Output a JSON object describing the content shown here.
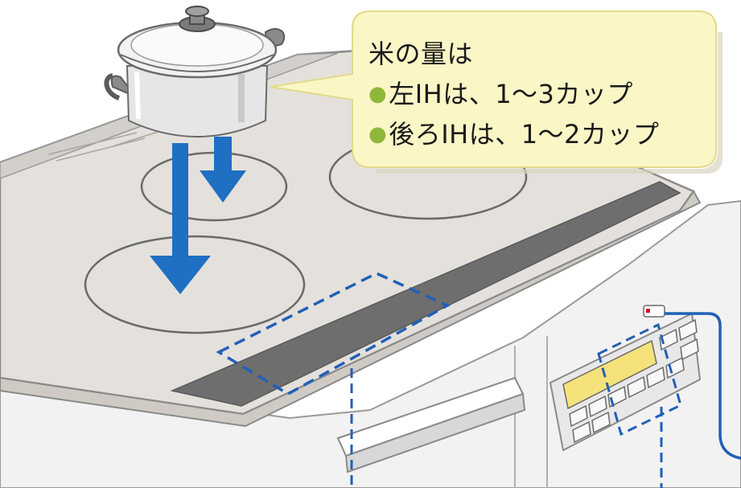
{
  "callout": {
    "title": "米の量は",
    "bullet_color": "#8fb83a",
    "lines": [
      "左IHは、1〜3カップ",
      "後ろIHは、1〜2カップ"
    ]
  },
  "colors": {
    "arrow": "#1f6fc2",
    "dashed_highlight": "#2060b8",
    "callout_fill": "#fbf6c6",
    "cooktop_top": "#e4e1dc",
    "control_strip": "#6e6e6e",
    "display_panel": "#f5e27a"
  },
  "icons": {
    "pot": "cooking-pot-icon",
    "arrow": "down-arrow-icon"
  }
}
